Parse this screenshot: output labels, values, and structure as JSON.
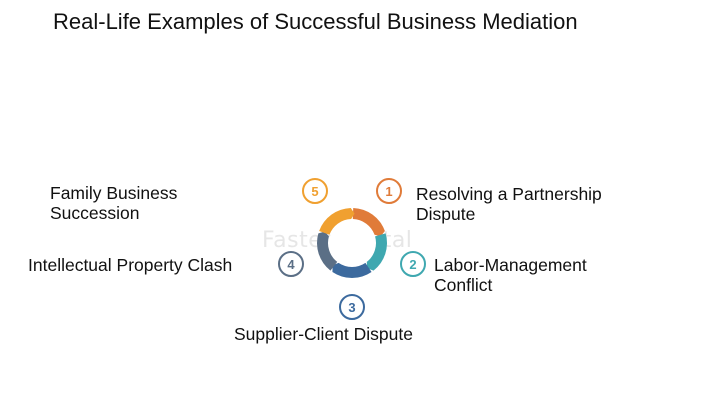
{
  "title": "Real-Life Examples of Successful Business Mediation",
  "watermark": "FasterCapital",
  "steps": [
    {
      "number": "1",
      "lines": [
        "Resolving a Partnership",
        "Dispute"
      ],
      "color": "#e07b39"
    },
    {
      "number": "2",
      "lines": [
        "Labor-Management",
        "Conflict"
      ],
      "color": "#3fa8b0"
    },
    {
      "number": "3",
      "lines": [
        "Supplier-Client Dispute"
      ],
      "color": "#3c6a9e"
    },
    {
      "number": "4",
      "lines": [
        "Intellectual Property Clash"
      ],
      "color": "#5b6f86"
    },
    {
      "number": "5",
      "lines": [
        "Family Business",
        "Succession"
      ],
      "color": "#f0a030"
    }
  ]
}
